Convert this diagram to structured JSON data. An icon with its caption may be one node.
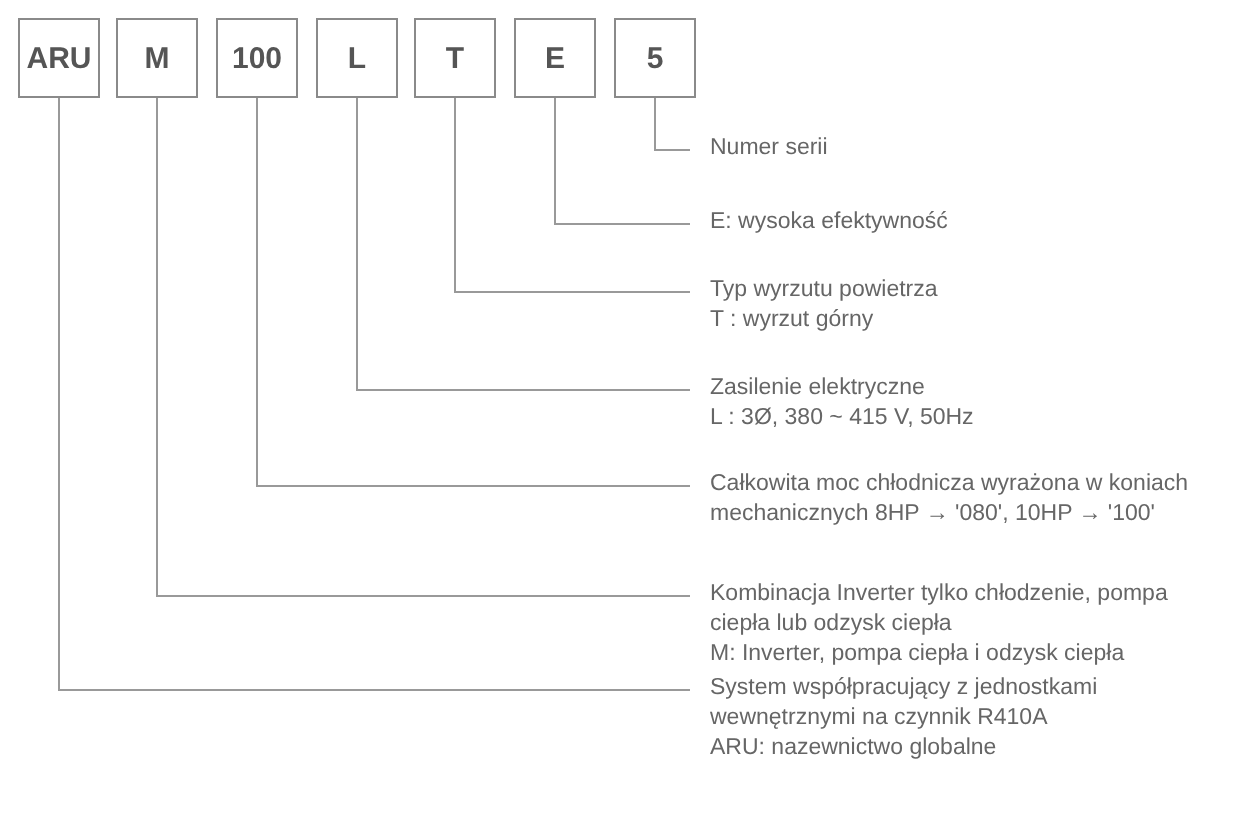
{
  "diagram": {
    "nodes": [
      {
        "text": [
          "ARU"
        ]
      },
      {
        "text": [
          "M"
        ]
      },
      {
        "text": [
          "100"
        ]
      },
      {
        "text": [
          "L"
        ]
      },
      {
        "text": [
          "T"
        ]
      },
      {
        "text": [
          "E"
        ]
      },
      {
        "text": [
          "5"
        ]
      },
      {
        "text": [
          "Numer serii"
        ]
      },
      {
        "text": [
          "E: wysoka efektywność"
        ]
      },
      {
        "text": [
          "Typ wyrzutu powietrza",
          "T : wyrzut górny"
        ]
      },
      {
        "text": [
          "Zasilenie elektryczne",
          "L : 3Ø, 380 ~ 415 V, 50Hz"
        ]
      },
      {
        "text": [
          "Całkowita moc chłodnicza wyrażona w koniach mechanicznych 8HP → '080', 10HP → '100'"
        ]
      },
      {
        "text": [
          "Kombinacja Inverter tylko chłodzenie, pompa ciepła lub odzysk ciepła",
          "M: Inverter, pompa ciepła i odzysk ciepła"
        ]
      },
      {
        "text": [
          "System współpracujący z jednostkami wewnętrznymi na czynnik R410A",
          "ARU: nazewnictwo globalne"
        ]
      }
    ],
    "edges": [
      {
        "from": 6,
        "to": 7,
        "arrow": "none"
      },
      {
        "from": 5,
        "to": 8,
        "arrow": "none"
      },
      {
        "from": 4,
        "to": 9,
        "arrow": "none"
      },
      {
        "from": 3,
        "to": 10,
        "arrow": "none"
      },
      {
        "from": 2,
        "to": 11,
        "arrow": "none"
      },
      {
        "from": 1,
        "to": 12,
        "arrow": "none"
      },
      {
        "from": 0,
        "to": 13,
        "arrow": "none"
      }
    ]
  }
}
